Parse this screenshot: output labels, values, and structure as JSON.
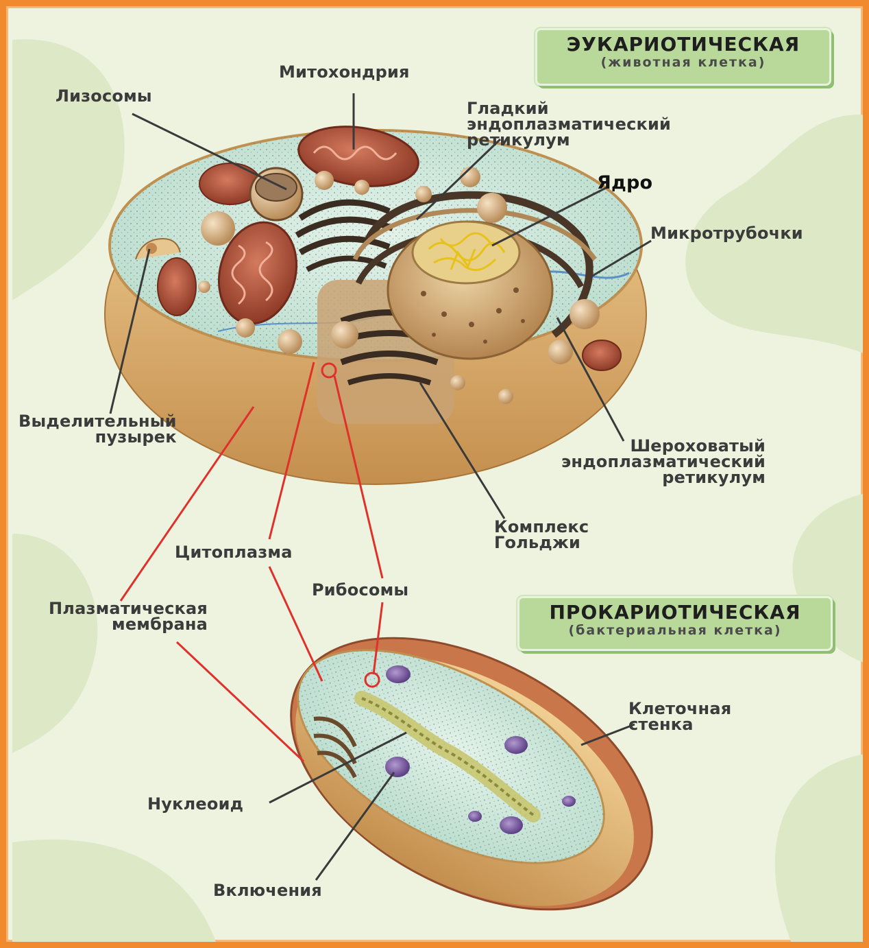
{
  "eukaryote": {
    "title": "ЭУКАРИОТИЧЕСКАЯ",
    "subtitle": "(животная клетка)"
  },
  "prokaryote": {
    "title": "ПРОКАРИОТИЧЕСКАЯ",
    "subtitle": "(бактериальная клетка)"
  },
  "labels": {
    "mitochondria": "Митохондрия",
    "lysosomes": "Лизосомы",
    "smooth_er": "Гладкий\nэндоплазматический\nретикулум",
    "nucleus": "Ядро",
    "microtubules": "Микротрубочки",
    "secretory_vesicle": "Выделительный\nпузырек",
    "rough_er": "Шероховатый\nэндоплазматический\nретикулум",
    "golgi": "Комплекс\nГольджи",
    "cytoplasm": "Цитоплазма",
    "ribosomes": "Рибосомы",
    "plasma_membrane": "Плазматическая\nмембрана",
    "cell_wall": "Клеточная\nстенка",
    "nucleoid": "Нуклеоид",
    "inclusions": "Включения"
  },
  "colors": {
    "frame": "#f08a2c",
    "background": "#eef3e0",
    "blob": "#dde9c6",
    "cytoplasm": "#cfe7dc",
    "membrane": "#d9ad6a",
    "mitochondria": "#b4553c",
    "nucleoid": "#c8c46a",
    "inclusion": "#7a5aa0",
    "shared_leader": "#e0302a",
    "leader": "#3a3a3a",
    "title_box": "#b9d99b"
  }
}
